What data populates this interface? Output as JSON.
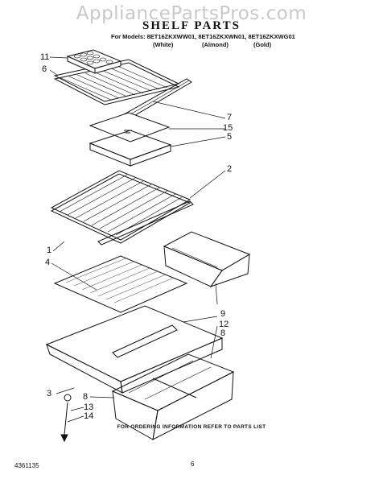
{
  "watermark": "AppliancePartsPros.com",
  "title": "SHELF PARTS",
  "models": "For Models: 8ET16ZKXWW01, 8ET16ZKXWN01, 8ET16ZKXWG01",
  "colors": [
    "(White)",
    "(Almond)",
    "(Gold)"
  ],
  "callouts": {
    "c11": "11",
    "c6": "6",
    "c7": "7",
    "c15": "15",
    "c5": "5",
    "c2": "2",
    "c1": "1",
    "c4": "4",
    "c9": "9",
    "c12": "12",
    "c8a": "8",
    "c3": "3",
    "c8b": "8",
    "c13": "13",
    "c14": "14"
  },
  "footer": "FOR ORDERING INFORMATION REFER TO PARTS LIST",
  "doc_number": "4361135",
  "page_number": "6"
}
